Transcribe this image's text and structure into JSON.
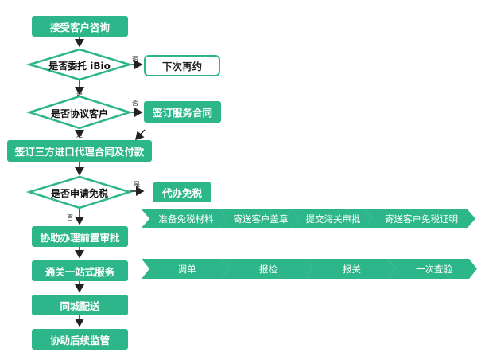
{
  "colors": {
    "green": "#2db68a",
    "line": "#222222"
  },
  "steps": {
    "accept": "接受客户咨询",
    "next_time": "下次再约",
    "sign_service": "签订服务合同",
    "sign_tripartite": "签订三方进口代理合同及付款",
    "exemption_service": "代办免税",
    "assist_preapproval": "协助办理前置审批",
    "one_stop": "通关一站式服务",
    "city_delivery": "同城配送",
    "assist_followup": "协助后续监管"
  },
  "decisions": {
    "entrust": "是否委托 iBio",
    "agreement": "是否协议客户",
    "apply_exemption": "是否申请免税"
  },
  "labels": {
    "yes": "是",
    "no": "否"
  },
  "exemption_chain": [
    "准备免税材料",
    "寄送客户盖章",
    "提交海关审批",
    "寄送客户免税证明"
  ],
  "clearance_chain": [
    "调单",
    "报检",
    "报关",
    "一次查验"
  ]
}
